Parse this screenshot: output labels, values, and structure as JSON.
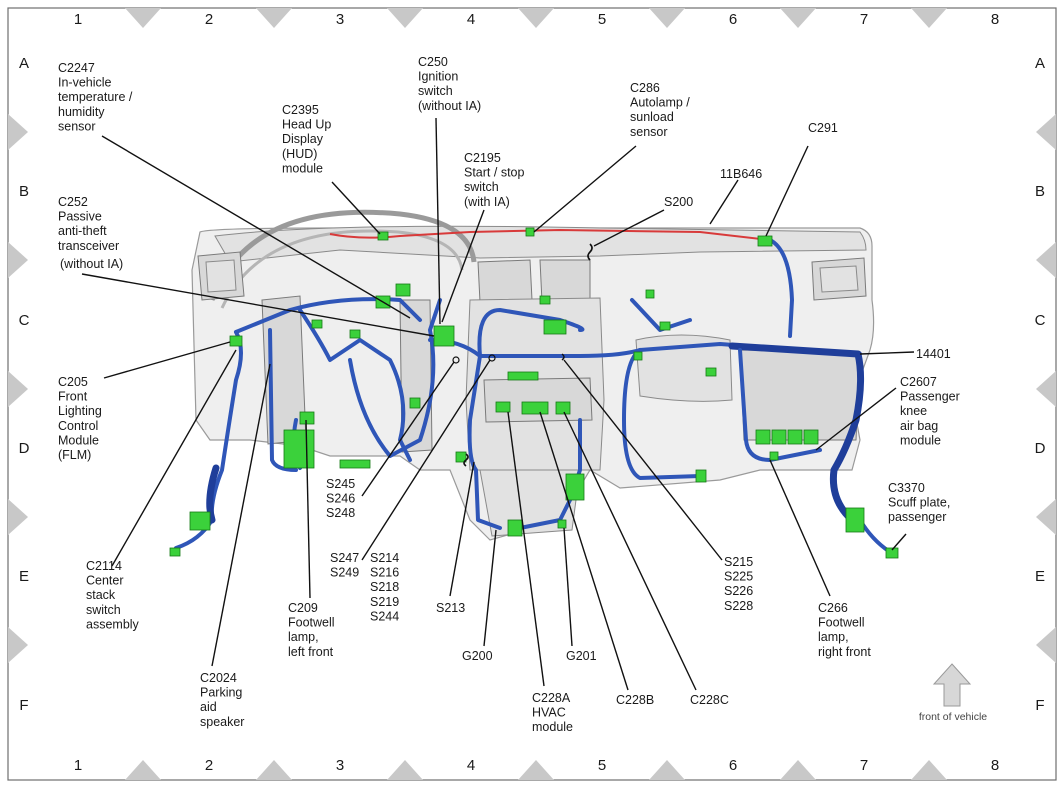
{
  "grid": {
    "columns": [
      "1",
      "2",
      "3",
      "4",
      "5",
      "6",
      "7",
      "8"
    ],
    "rows": [
      "A",
      "B",
      "C",
      "D",
      "E",
      "F"
    ]
  },
  "labels": {
    "c2247": [
      "C2247",
      "In-vehicle",
      "temperature /",
      "humidity",
      "sensor"
    ],
    "c2395": [
      "C2395",
      "Head Up",
      "Display",
      "(HUD)",
      "module"
    ],
    "c250": [
      "C250",
      "Ignition",
      "switch",
      "(without IA)"
    ],
    "c2195": [
      "C2195",
      "Start / stop",
      "switch",
      "(with IA)"
    ],
    "c286": [
      "C286",
      "Autolamp /",
      "sunload",
      "sensor"
    ],
    "c291": [
      "C291"
    ],
    "w11b646": [
      "11B646"
    ],
    "s200": [
      "S200"
    ],
    "c252": [
      "C252",
      "Passive",
      "anti-theft",
      "transceiver"
    ],
    "c252b": [
      "(without IA)"
    ],
    "c205": [
      "C205",
      "Front",
      "Lighting",
      "Control",
      "Module",
      "(FLM)"
    ],
    "w14401": [
      "14401"
    ],
    "c2607": [
      "C2607",
      "Passenger",
      "knee",
      "air bag",
      "module"
    ],
    "c3370": [
      "C3370",
      "Scuff plate,",
      "passenger"
    ],
    "s245": [
      "S245",
      "S246",
      "S248"
    ],
    "s247": [
      "S247",
      "S249"
    ],
    "s214": [
      "S214",
      "S216",
      "S218",
      "S219",
      "S244"
    ],
    "s213": [
      "S213"
    ],
    "s215": [
      "S215",
      "S225",
      "S226",
      "S228"
    ],
    "c2114": [
      "C2114",
      "Center",
      "stack",
      "switch",
      "assembly"
    ],
    "c209": [
      "C209",
      "Footwell",
      "lamp,",
      "left front"
    ],
    "g200": [
      "G200"
    ],
    "g201": [
      "G201"
    ],
    "c266": [
      "C266",
      "Footwell",
      "lamp,",
      "right front"
    ],
    "c2024": [
      "C2024",
      "Parking",
      "aid",
      "speaker"
    ],
    "c228a": [
      "C228A",
      "HVAC",
      "module"
    ],
    "c228b": [
      "C228B"
    ],
    "c228c": [
      "C228C"
    ]
  },
  "front_of_vehicle": "front of vehicle",
  "colors": {
    "wire": "#2f56b8",
    "connector": "#3bd13b",
    "red_wire": "#d83a3a",
    "grid_marker": "#c8c8c8"
  }
}
